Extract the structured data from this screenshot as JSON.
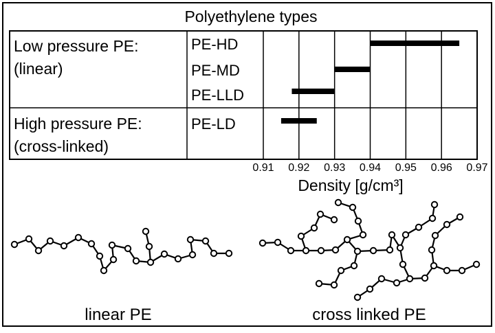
{
  "title": "Polyethylene types",
  "groups": [
    {
      "label_line1": "Low pressure PE:",
      "label_line2": "(linear)"
    },
    {
      "label_line1": "High pressure PE:",
      "label_line2": "(cross-linked)"
    }
  ],
  "chart_data": {
    "type": "bar",
    "orientation": "horizontal-range",
    "title": "Polyethylene types",
    "xlabel": "Density [g/cm³]",
    "xlim": [
      0.91,
      0.97
    ],
    "ticks": [
      "0.91",
      "0.92",
      "0.93",
      "0.94",
      "0.95",
      "0.96",
      "0.97"
    ],
    "grid": true,
    "series": [
      {
        "name": "PE-HD",
        "range": [
          0.94,
          0.965
        ]
      },
      {
        "name": "PE-MD",
        "range": [
          0.93,
          0.94
        ]
      },
      {
        "name": "PE-LLD",
        "range": [
          0.918,
          0.93
        ]
      },
      {
        "name": "PE-LD",
        "range": [
          0.915,
          0.925
        ]
      }
    ]
  },
  "molecules": {
    "linear_label": "linear PE",
    "cross_label": "cross linked PE"
  },
  "colors": {
    "ink": "#000000",
    "background": "#ffffff"
  }
}
